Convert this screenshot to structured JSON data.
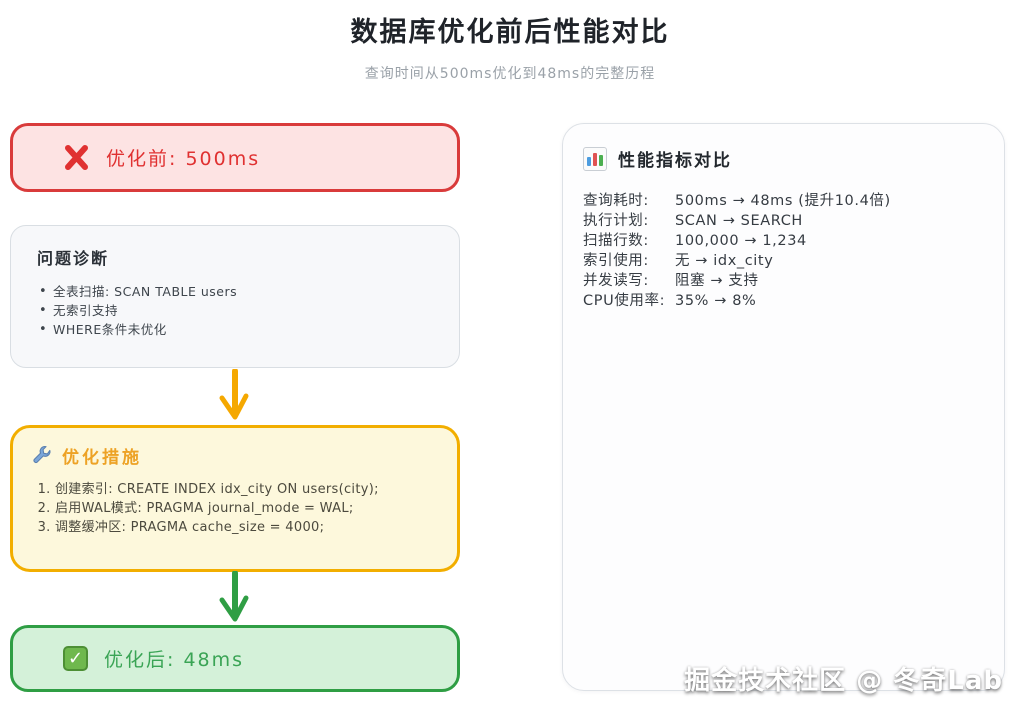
{
  "header": {
    "title": "数据库优化前后性能对比",
    "subtitle": "查询时间从500ms优化到48ms的完整历程"
  },
  "flow": {
    "before": {
      "icon": "cross-icon",
      "label": "优化前: 500ms"
    },
    "diagnosis": {
      "title": "问题诊断",
      "bullets": [
        "全表扫描: SCAN TABLE users",
        "无索引支持",
        "WHERE条件未优化"
      ]
    },
    "measures": {
      "icon": "wrench-icon",
      "title": "优化措施",
      "steps": [
        "创建索引: CREATE INDEX idx_city ON users(city);",
        "启用WAL模式: PRAGMA journal_mode = WAL;",
        "调整缓冲区: PRAGMA cache_size = 4000;"
      ]
    },
    "after": {
      "icon": "check-icon",
      "label": "优化后: 48ms"
    }
  },
  "metrics": {
    "icon": "bar-chart-icon",
    "title": "性能指标对比",
    "rows": [
      {
        "label": "查询耗时:",
        "value": "500ms → 48ms (提升10.4倍)"
      },
      {
        "label": "执行计划:",
        "value": "SCAN → SEARCH"
      },
      {
        "label": "扫描行数:",
        "value": "100,000 → 1,234"
      },
      {
        "label": "索引使用:",
        "value": "无 → idx_city"
      },
      {
        "label": "并发读写:",
        "value": "阻塞 → 支持"
      },
      {
        "label": "CPU使用率:",
        "value": "35% → 8%"
      }
    ]
  },
  "watermark": "掘金技术社区 @ 冬奇Lab",
  "colors": {
    "before_border": "#d93b3b",
    "before_fill": "#fde3e3",
    "before_text": "#e03131",
    "diagnosis_border": "#d9dee3",
    "diagnosis_fill": "#f7f8fa",
    "measures_border": "#f2ae00",
    "measures_fill": "#fdf8dc",
    "measures_text": "#eda225",
    "after_border": "#2f9e44",
    "after_fill": "#d4f1d9",
    "after_text": "#3aa455",
    "arrow_yellow": "#f5a800",
    "arrow_green": "#2f9e44",
    "panel_border": "#dde1e6",
    "panel_fill": "#fdfdfe"
  }
}
